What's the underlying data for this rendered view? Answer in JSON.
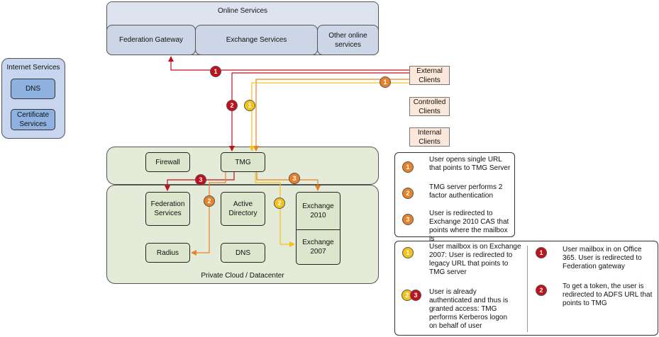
{
  "online": {
    "title": "Online Services",
    "federation_gateway": "Federation Gateway",
    "exchange_services": "Exchange Services",
    "other_online_services": "Other online services"
  },
  "internet": {
    "title": "Internet Services",
    "dns": "DNS",
    "certificate_services": "Certificate Services"
  },
  "clients": {
    "external": "External Clients",
    "controlled": "Controlled Clients",
    "internal": "Internal Clients"
  },
  "perimeter": {
    "firewall": "Firewall",
    "tmg": "TMG"
  },
  "datacenter": {
    "label": "Private Cloud / Datacenter",
    "federation_services": "Federation Services",
    "active_directory": "Active Directory",
    "exchange_2010": "Exchange 2010",
    "exchange_2007": "Exchange 2007",
    "radius": "Radius",
    "dns": "DNS"
  },
  "badges": {
    "one": "1",
    "two": "2",
    "three": "3"
  },
  "legend_top": [
    {
      "badge": "1",
      "text": "User opens single URL that points to TMG Server"
    },
    {
      "badge": "2",
      "text": "TMG server performs 2 factor authentication"
    },
    {
      "badge": "3",
      "text": "User is redirected to Exchange 2010 CAS that points where the mailbox is"
    }
  ],
  "legend_bottom_left": [
    {
      "badge": "1",
      "text": "User mailbox is on Exchange 2007: User is redirected to legacy URL that points to TMG server"
    },
    {
      "badge": "2",
      "badge_b": "3",
      "text": "User is already authenticated and thus is granted access: TMG performs Kerberos logon on behalf of user"
    }
  ],
  "legend_bottom_right": [
    {
      "badge": "1",
      "text": "User mailbox in on Office 365. User is redirected to Federation gateway"
    },
    {
      "badge": "2",
      "text": "To get a token, the user is redirected to ADFS URL that points to TMG"
    }
  ],
  "colors": {
    "red": "#c0121a",
    "orange": "#e8822a",
    "yellow": "#f2c21a"
  }
}
